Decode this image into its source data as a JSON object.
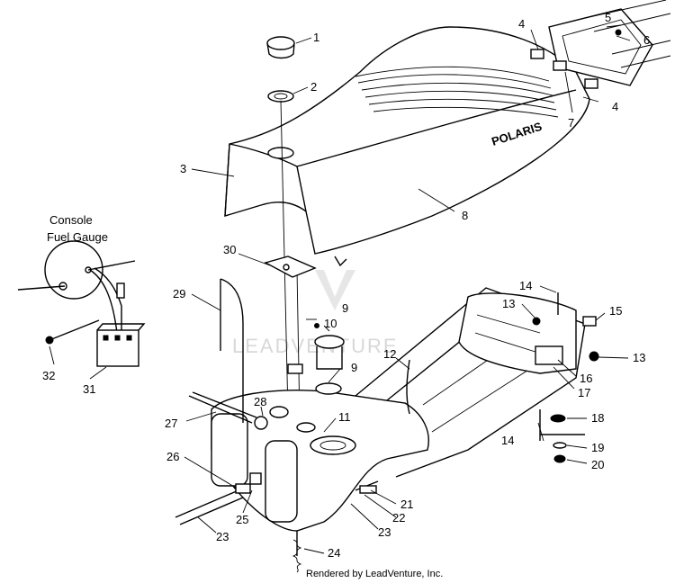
{
  "diagram": {
    "brand_text": "POLARIS",
    "watermark_text": "LEADVENTURE",
    "footer_text": "Rendered by LeadVenture, Inc.",
    "callouts": [
      {
        "id": "c1",
        "text": "1"
      },
      {
        "id": "c2",
        "text": "2"
      },
      {
        "id": "c3",
        "text": "3"
      },
      {
        "id": "c4a",
        "text": "4"
      },
      {
        "id": "c4b",
        "text": "4"
      },
      {
        "id": "c5",
        "text": "5"
      },
      {
        "id": "c6",
        "text": "6"
      },
      {
        "id": "c7",
        "text": "7"
      },
      {
        "id": "c8",
        "text": "8"
      },
      {
        "id": "c9a",
        "text": "9"
      },
      {
        "id": "c9b",
        "text": "9"
      },
      {
        "id": "c10",
        "text": "10"
      },
      {
        "id": "c11",
        "text": "11"
      },
      {
        "id": "c12",
        "text": "12"
      },
      {
        "id": "c13a",
        "text": "13"
      },
      {
        "id": "c13b",
        "text": "13"
      },
      {
        "id": "c14a",
        "text": "14"
      },
      {
        "id": "c14b",
        "text": "14"
      },
      {
        "id": "c15",
        "text": "15"
      },
      {
        "id": "c16",
        "text": "16"
      },
      {
        "id": "c17",
        "text": "17"
      },
      {
        "id": "c18",
        "text": "18"
      },
      {
        "id": "c19",
        "text": "19"
      },
      {
        "id": "c20",
        "text": "20"
      },
      {
        "id": "c21",
        "text": "21"
      },
      {
        "id": "c22",
        "text": "22"
      },
      {
        "id": "c23a",
        "text": "23"
      },
      {
        "id": "c23b",
        "text": "23"
      },
      {
        "id": "c24",
        "text": "24"
      },
      {
        "id": "c25",
        "text": "25"
      },
      {
        "id": "c26",
        "text": "26"
      },
      {
        "id": "c27",
        "text": "27"
      },
      {
        "id": "c28",
        "text": "28"
      },
      {
        "id": "c29",
        "text": "29"
      },
      {
        "id": "c30",
        "text": "30"
      },
      {
        "id": "c31",
        "text": "31"
      },
      {
        "id": "c32",
        "text": "32"
      }
    ],
    "gauge_label_line1": "Console",
    "gauge_label_line2": "Fuel Gauge"
  }
}
